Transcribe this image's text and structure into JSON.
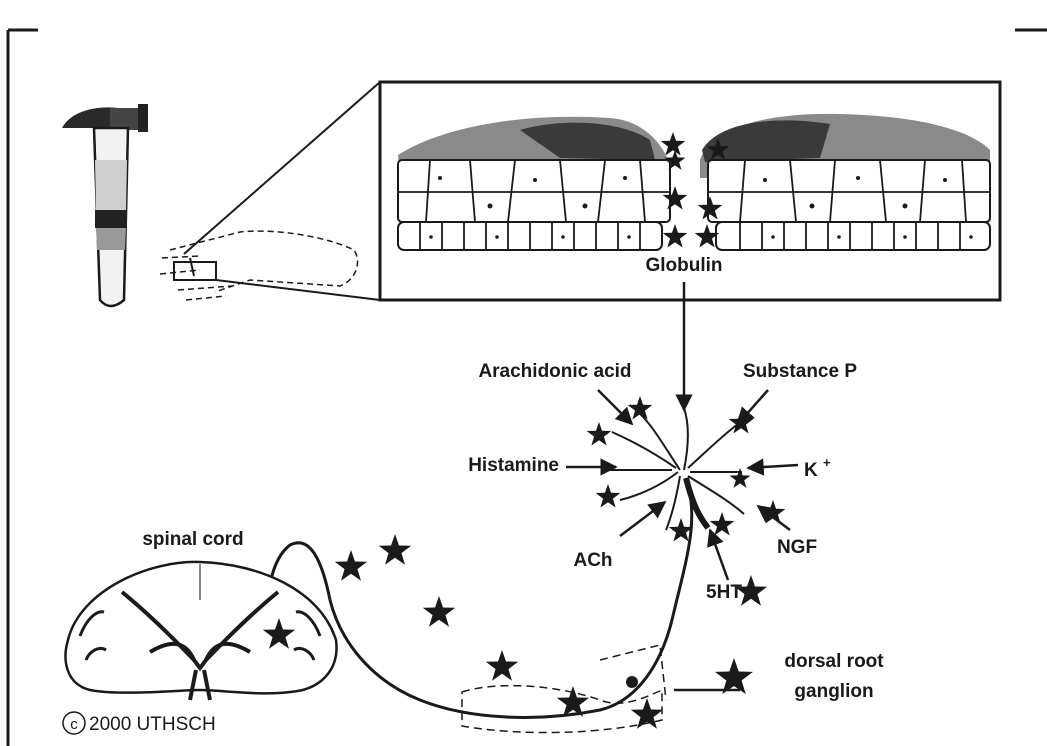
{
  "labels": {
    "globulin": "Globulin",
    "arachidonic_acid": "Arachidonic acid",
    "substance_p": "Substance P",
    "histamine": "Histamine",
    "k_plus": "K",
    "k_plus_sup": "+",
    "ach": "ACh",
    "ngf": "NGF",
    "five_ht": "5HT",
    "spinal_cord": "spinal cord",
    "dorsal_root": "dorsal root",
    "ganglion": "ganglion"
  },
  "copyright": {
    "symbol": "c",
    "text": "2000 UTHSCH"
  },
  "colors": {
    "ink": "#1a1a1a",
    "background": "#ffffff",
    "tissue_dark": "#3a3a3a"
  },
  "icons": {
    "tool": "hammer-icon",
    "limb": "hand-icon",
    "marker": "star-icon"
  }
}
